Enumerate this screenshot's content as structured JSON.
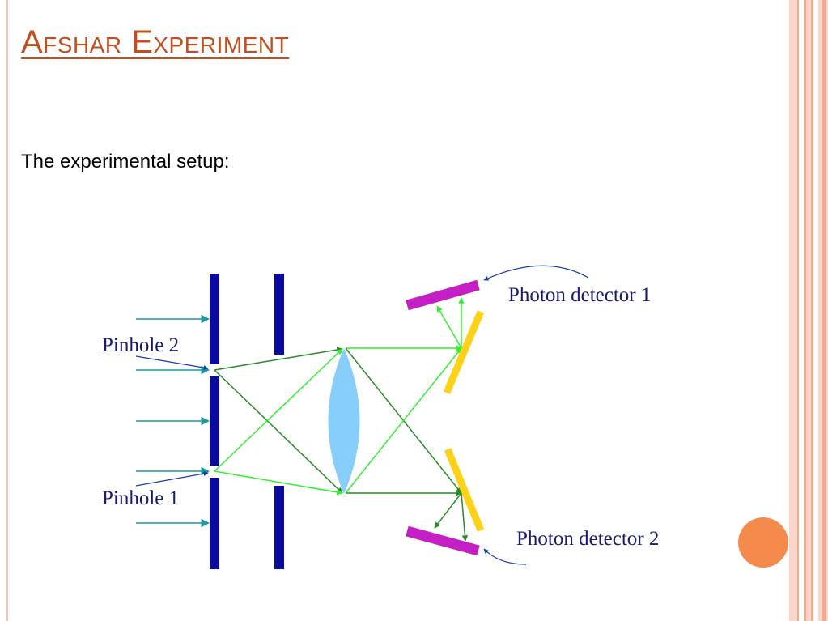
{
  "slide": {
    "title": "Afshar Experiment",
    "subtitle": "The experimental setup:"
  },
  "diagram": {
    "labels": {
      "pinhole_2": "Pinhole 2",
      "pinhole_1": "Pinhole 1",
      "photon_detector_1": "Photon detector 1",
      "photon_detector_2": "Photon detector 2"
    }
  },
  "colors": {
    "title": "#c0501f",
    "wall": "#0a0aa0",
    "lens": "#87cefa",
    "dark_beam": "#2a8a2a",
    "light_beam": "#33ee33",
    "incoming_arrow": "#1a9a9a",
    "mirror": "#ffd21a",
    "detector": "#c41fc4",
    "accent_circle": "#f58a4d",
    "stripe_light": "#fbd5c8",
    "stripe_dark": "#f4a98c"
  }
}
